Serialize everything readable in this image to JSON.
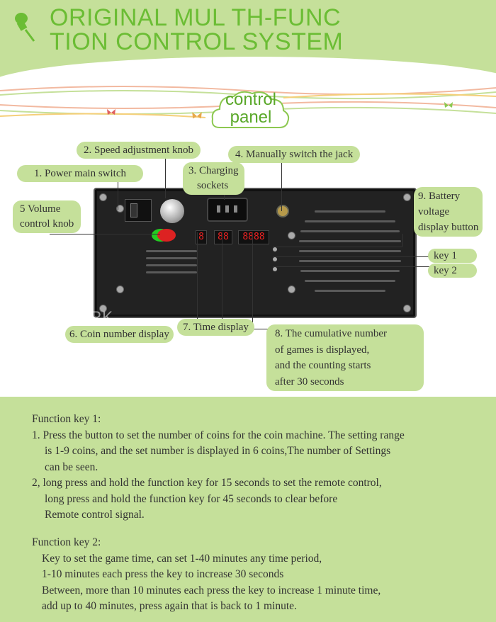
{
  "header": {
    "title_line1": "ORIGINAL MUL TH-FUNC",
    "title_line2": "TION CONTROL SYSTEM",
    "pin_icon": "pushpin-icon"
  },
  "banner": {
    "label_line1": "control",
    "label_line2": "panel"
  },
  "colors": {
    "green_bg": "#c5e09a",
    "title_green": "#6bbd34",
    "led_red": "#e22222"
  },
  "device": {
    "displays": [
      "8",
      "88",
      "8888"
    ],
    "watermark": "EPARK"
  },
  "labels": {
    "speed_knob": "2. Speed adjustment knob",
    "switch_jack": "4. Manually switch the jack",
    "power_switch": "1. Power main switch",
    "charging_line1": "3. Charging",
    "charging_line2": "sockets",
    "volume_line1": "5 Volume",
    "volume_line2": "control knob",
    "battery_line1": "9. Battery",
    "battery_line2": "voltage",
    "battery_line3": "display button",
    "key1": "key 1",
    "key2": "key 2",
    "coin_display": "6. Coin number display",
    "time_display": "7. Time display",
    "cumulative_line1": "8. The cumulative number",
    "cumulative_line2": "of games is displayed,",
    "cumulative_line3": "and the counting starts",
    "cumulative_line4": "after 30 seconds"
  },
  "function_key_1": {
    "heading": "Function key 1:",
    "lines": [
      "1. Press the button to set the number of coins for the coin machine. The setting range",
      "is 1-9 coins, and the set number is displayed in 6 coins,The number of Settings",
      "can be seen.",
      "2, long press and hold the function key for 15 seconds to set the remote control,",
      "long press and hold the function key for 45 seconds to clear before",
      "Remote control signal."
    ]
  },
  "function_key_2": {
    "heading": "Function key 2:",
    "lines": [
      "Key to set the game time, can set 1-40 minutes any time period,",
      "1-10 minutes each press the key to increase 30 seconds",
      "Between, more than 10 minutes each press the key to increase 1 minute time,",
      "add up to 40 minutes, press again that is back to 1 minute."
    ]
  }
}
